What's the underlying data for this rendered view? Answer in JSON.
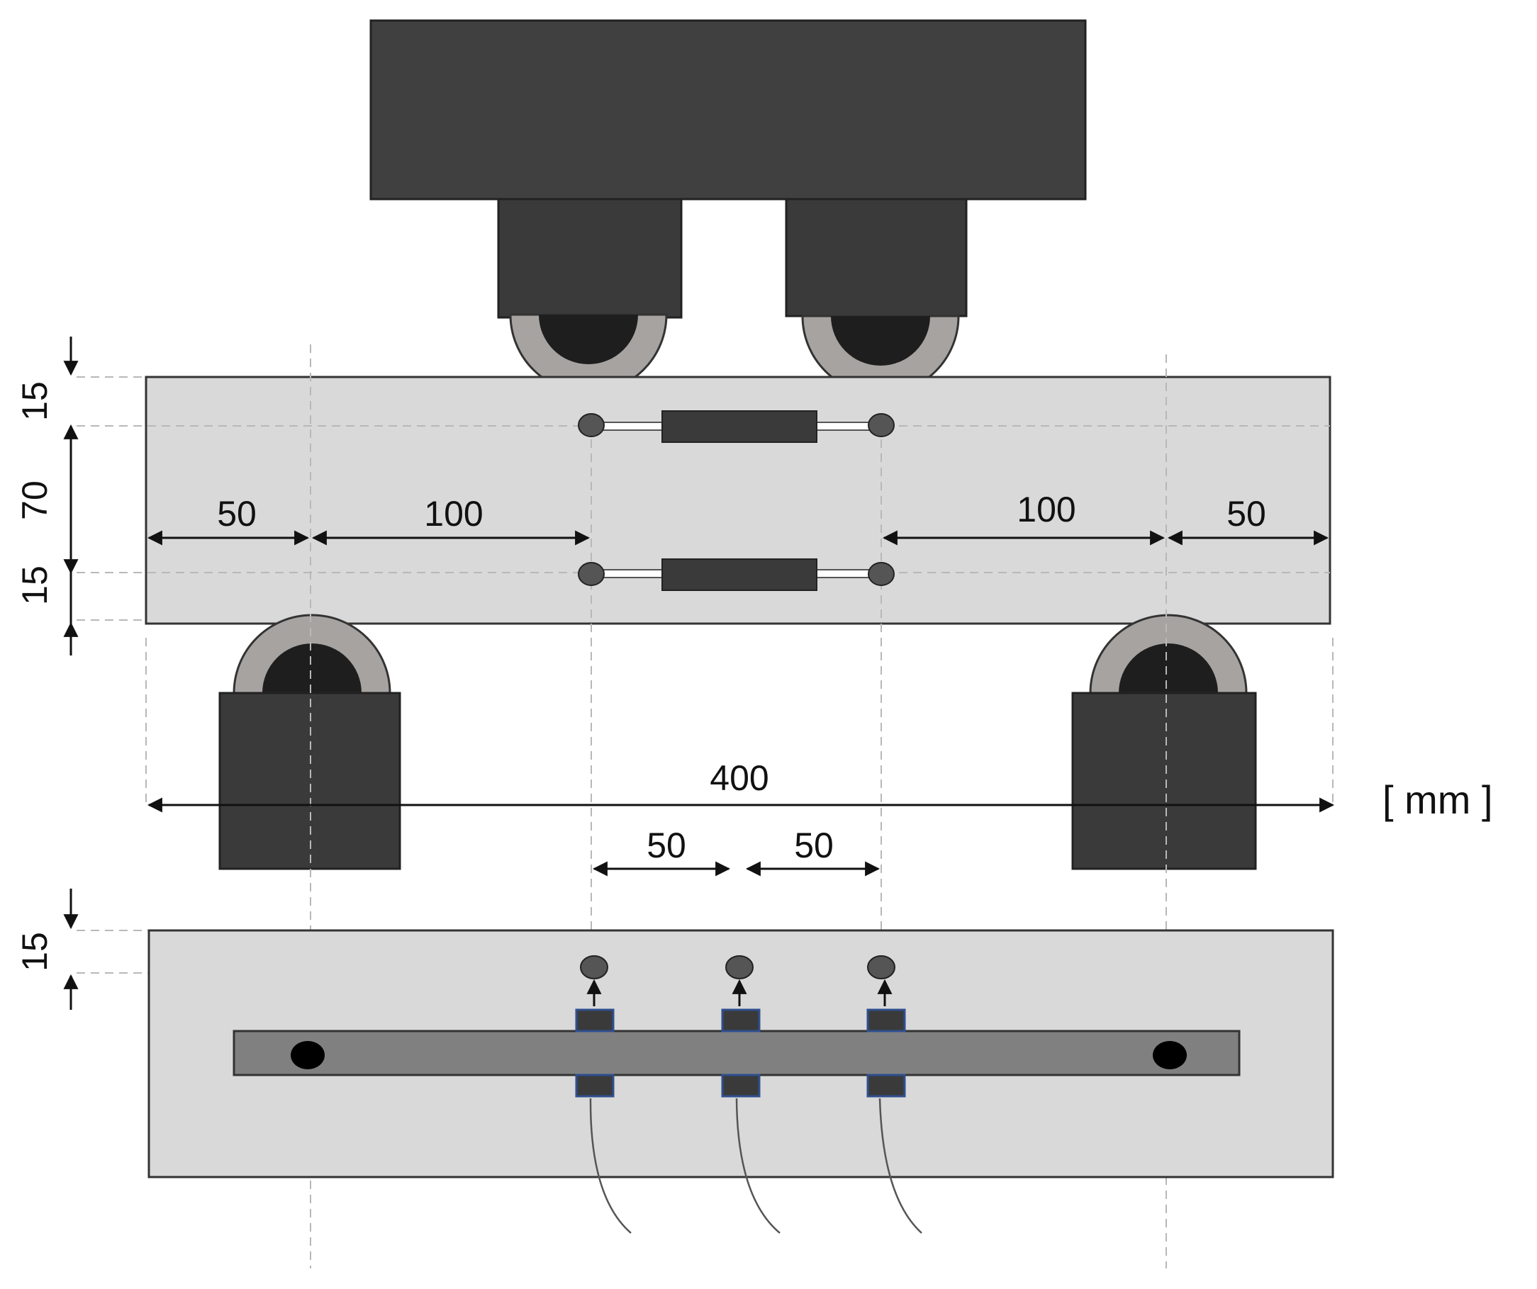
{
  "units_label": "[ mm ]",
  "dimensions": {
    "left_overhang": "50",
    "left_shear_span": "100",
    "right_shear_span": "100",
    "right_overhang": "50",
    "total_length": "400",
    "sensor_spacing_left": "50",
    "sensor_spacing_right": "50",
    "top_cover": "15",
    "lever_arm": "70",
    "bottom_cover": "15",
    "bottom_view_edge": "15"
  },
  "colors": {
    "steel_dark": "#404040",
    "support_body": "#3a3a3a",
    "roller_ring": "#a7a3a1",
    "roller_core": "#1e1e1e",
    "specimen": "#d9d9d9",
    "rebar_bar": "#808080",
    "sensor_border": "#2f4f8f",
    "guide_line": "#b8b8b8"
  }
}
